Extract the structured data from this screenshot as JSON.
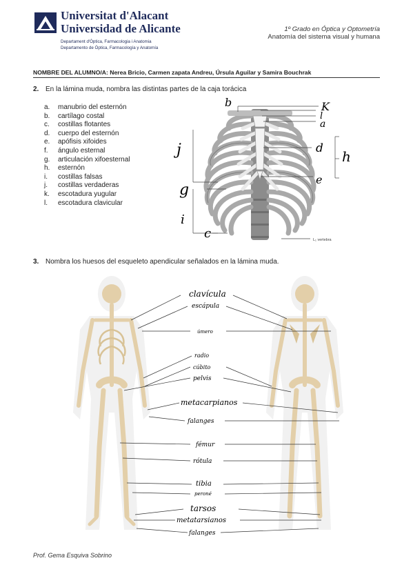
{
  "header": {
    "university_ca": "Universitat d'Alacant",
    "university_es": "Universidad de Alicante",
    "department_lines": [
      "Departament d'Òptica, Farmacologia i Anatomia",
      "Departamento de Óptica, Farmacología y Anatomía"
    ],
    "course": "1º Grado en Óptica y Optometría",
    "subject": "Anatomía del sistema visual y humana"
  },
  "student_line": "NOMBRE DEL ALUMNO/A: Nerea Bricio, Carmen zapata Andreu, Úrsula Aguilar y Samira Bouchrak",
  "question2": {
    "number": "2.",
    "text": "En la lámina muda, nombra las distintas partes de la caja torácica",
    "items": [
      {
        "letter": "a.",
        "label": "manubrio del esternón"
      },
      {
        "letter": "b.",
        "label": "cartílago costal"
      },
      {
        "letter": "c.",
        "label": "costillas flotantes"
      },
      {
        "letter": "d.",
        "label": "cuerpo del esternón"
      },
      {
        "letter": "e.",
        "label": "apófisis xifoides"
      },
      {
        "letter": "f.",
        "label": "ángulo esternal"
      },
      {
        "letter": "g.",
        "label": "articulación xifoesternal"
      },
      {
        "letter": "h.",
        "label": "esternón"
      },
      {
        "letter": "i.",
        "label": "costillas falsas"
      },
      {
        "letter": "j.",
        "label": "costillas verdaderas"
      },
      {
        "letter": "k.",
        "label": "escotadura yugular"
      },
      {
        "letter": "l.",
        "label": "escotadura clavicular"
      }
    ],
    "figure_caption": "L₁ vertebra",
    "handwritten": {
      "b": "b",
      "k": "K",
      "l": "l",
      "a": "a",
      "d": "d",
      "h": "h",
      "j": "j",
      "e": "e",
      "g": "g",
      "i": "i",
      "c": "c"
    }
  },
  "question3": {
    "number": "3.",
    "text": "Nombra los huesos del esqueleto apendicular señalados en la lámina muda.",
    "labels": {
      "clavicula": "clavícula",
      "escapula": "escápula",
      "humero": "úmero",
      "radio": "radio",
      "cubito": "cúbito",
      "pelvis": "pelvis",
      "metacarpianos": "metacarpianos",
      "falanges_mano": "falanges",
      "femur": "fémur",
      "rotula": "rótula",
      "tibia": "tibia",
      "perone": "peroné",
      "tarsos": "tarsos",
      "metatarsianos": "metatarsianos",
      "falanges_pie": "falanges"
    }
  },
  "footer": "Prof. Gema Esquiva Sobrino",
  "colors": {
    "university_blue": "#1f2b5b",
    "bone": "#e3cfa9",
    "body_shadow": "#f1f1f1",
    "ribcage": "#a8a8a8"
  }
}
